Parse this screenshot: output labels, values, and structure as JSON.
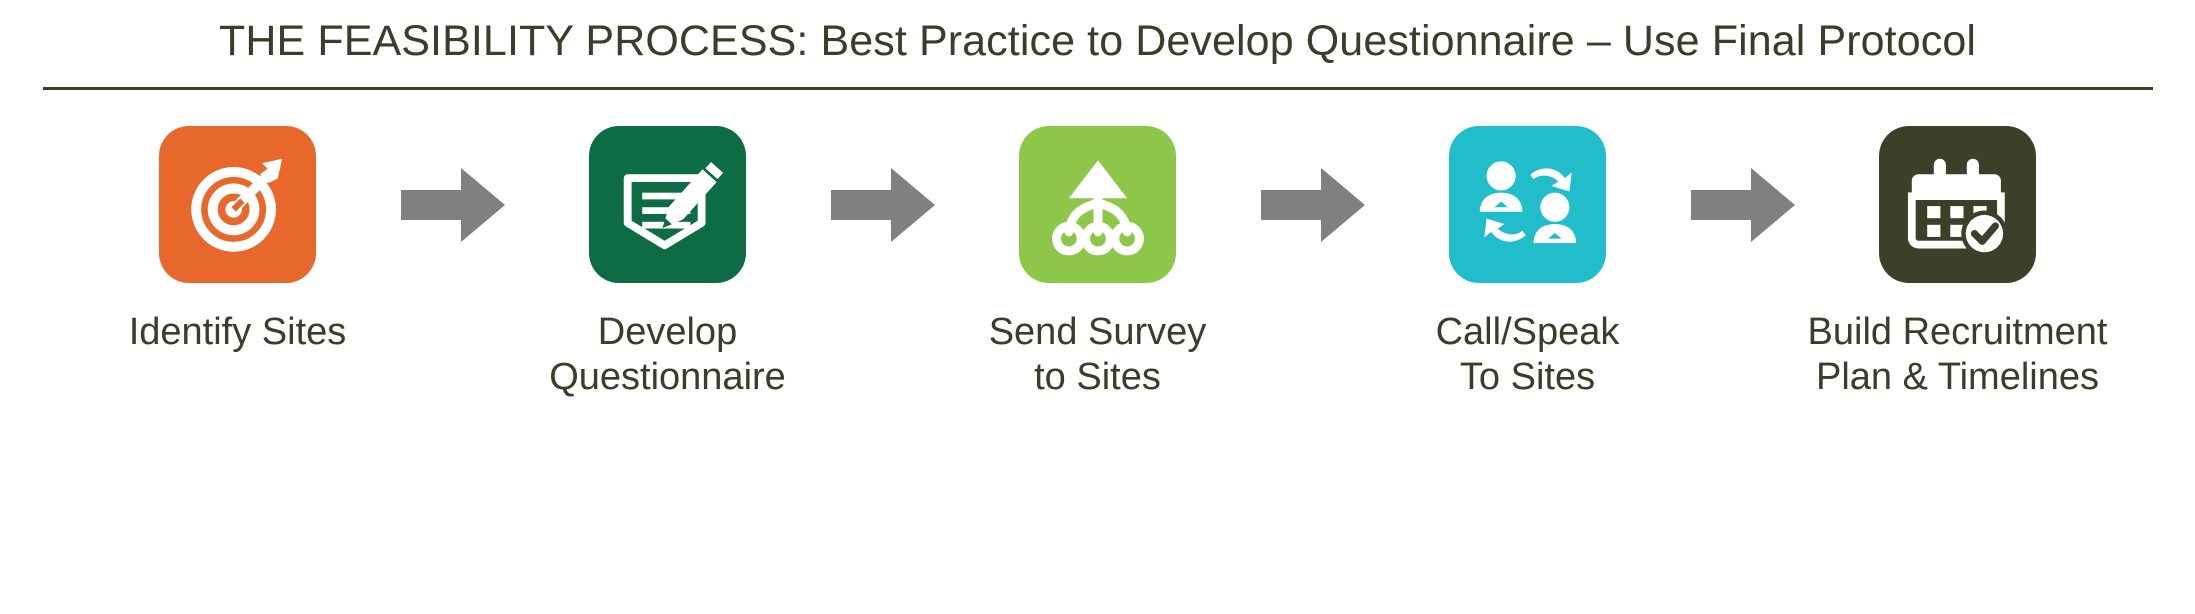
{
  "header": {
    "title": "THE FEASIBILITY PROCESS: Best Practice to Develop Questionnaire – Use Final Protocol"
  },
  "colors": {
    "title_text": "#3a3d27",
    "rule": "#3f4029",
    "arrow": "#808080",
    "label_text": "#3a3d27",
    "background": "#ffffff"
  },
  "process": {
    "connector_icon": "right-arrow-icon",
    "steps": [
      {
        "label": "Identify Sites",
        "icon": "target-arrow-icon",
        "tile_color": "#e8682b",
        "icon_color": "#ffffff"
      },
      {
        "label": "Develop\nQuestionnaire",
        "icon": "form-pencil-icon",
        "tile_color": "#0d6b45",
        "icon_color": "#ffffff"
      },
      {
        "label": "Send Survey\nto Sites",
        "icon": "distribute-arrow-icon",
        "tile_color": "#8cc74a",
        "icon_color": "#ffffff"
      },
      {
        "label": "Call/Speak\nTo Sites",
        "icon": "people-exchange-icon",
        "tile_color": "#22bdcb",
        "icon_color": "#ffffff"
      },
      {
        "label": "Build Recruitment\nPlan & Timelines",
        "icon": "calendar-check-icon",
        "tile_color": "#3d4029",
        "icon_color": "#ffffff"
      }
    ]
  }
}
